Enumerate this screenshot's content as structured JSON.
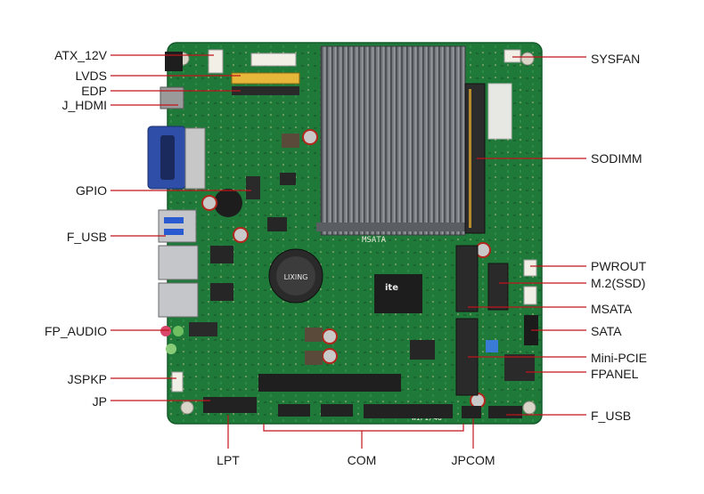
{
  "board": {
    "pcb_color": "#1f7a3a",
    "heatsink_color": "#6f7378",
    "chip_label": "ite",
    "msata_print": "MSATA",
    "wifi_print": "WIFI/4G",
    "battery_print": "LIXING"
  },
  "labels": {
    "left": [
      "ATX_12V",
      "LVDS",
      "EDP",
      "J_HDMI",
      "GPIO",
      "F_USB",
      "FP_AUDIO",
      "JSPKP",
      "JP"
    ],
    "right": [
      "SYSFAN",
      "SODIMM",
      "PWROUT",
      "M.2(SSD)",
      "MSATA",
      "SATA",
      "Mini-PCIE",
      "FPANEL",
      "F_USB"
    ],
    "bottom": [
      "LPT",
      "COM",
      "JPCOM"
    ]
  },
  "line_color": "#c0141c"
}
